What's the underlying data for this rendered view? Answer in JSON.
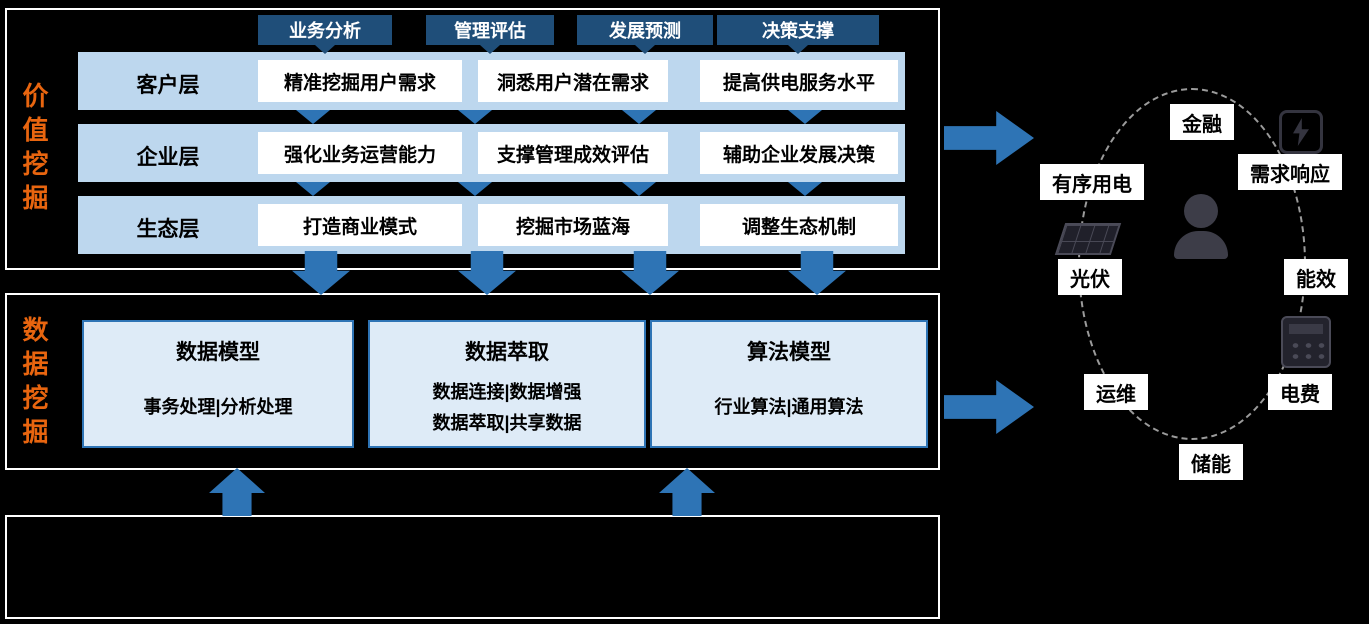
{
  "value_mining": {
    "side_label": "价值挖掘",
    "headers": [
      "业务分析",
      "管理评估",
      "发展预测",
      "决策支撑"
    ],
    "rows": [
      {
        "label": "客户层",
        "cells": [
          "精准挖掘用户需求",
          "洞悉用户潜在需求",
          "提高供电服务水平"
        ]
      },
      {
        "label": "企业层",
        "cells": [
          "强化业务运营能力",
          "支撑管理成效评估",
          "辅助企业发展决策"
        ]
      },
      {
        "label": "生态层",
        "cells": [
          "打造商业模式",
          "挖掘市场蓝海",
          "调整生态机制"
        ]
      }
    ]
  },
  "data_mining": {
    "side_label": "数据挖掘",
    "boxes": [
      {
        "title": "数据模型",
        "lines": [
          "事务处理|分析处理"
        ]
      },
      {
        "title": "数据萃取",
        "lines": [
          "数据连接|数据增强",
          "数据萃取|共享数据"
        ]
      },
      {
        "title": "算法模型",
        "lines": [
          "行业算法|通用算法"
        ]
      }
    ]
  },
  "ecosystem": {
    "center_icon": "person-icon",
    "items": [
      {
        "label": "金融"
      },
      {
        "label": "需求响应",
        "icon": "demand-response-icon"
      },
      {
        "label": "有序用电"
      },
      {
        "label": "光伏",
        "icon": "solar-panel-icon"
      },
      {
        "label": "能效"
      },
      {
        "label": "运维"
      },
      {
        "label": "电费",
        "icon": "calculator-icon"
      },
      {
        "label": "储能"
      }
    ]
  },
  "colors": {
    "background": "#000000",
    "accent_orange": "#E8650F",
    "band_blue": "#BDD7EE",
    "header_navy": "#1F4E79",
    "arrow_blue": "#2E74B5",
    "mid_box_fill": "#DEEBF7",
    "mid_box_border": "#2E74B5",
    "dashed_circle": "#9B9B9B"
  }
}
